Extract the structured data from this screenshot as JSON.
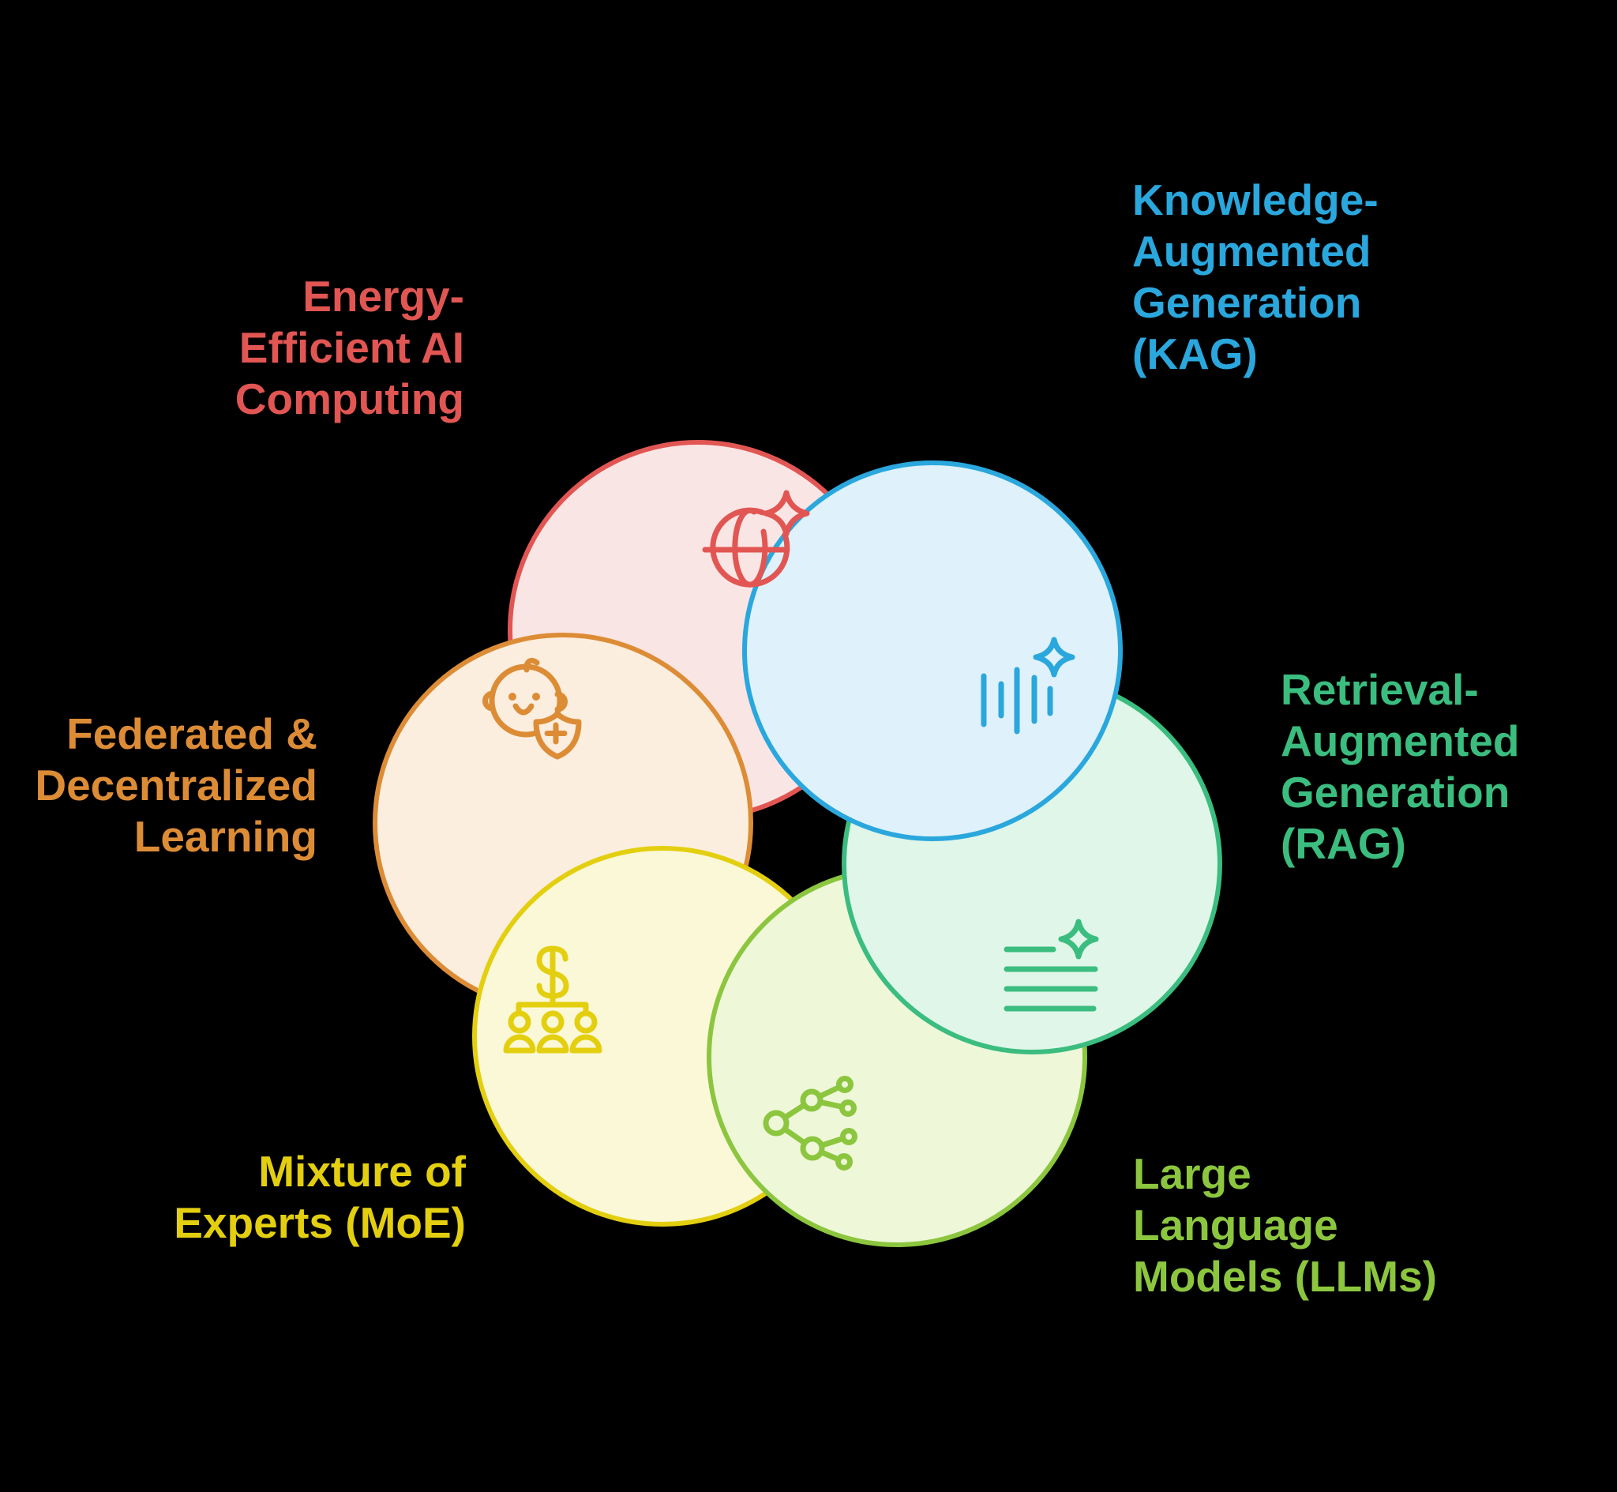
{
  "background": "#000000",
  "diagram": {
    "type": "pinwheel-venn-6-petals",
    "petals": [
      {
        "id": "energy",
        "label": "Energy-\nEfficient AI\nComputing",
        "color": "#E15653",
        "fill": "#FAE5E5",
        "icon": "globe-sparkle-icon",
        "label_position": "top-left"
      },
      {
        "id": "kag",
        "label": "Knowledge-\nAugmented\nGeneration\n(KAG)",
        "color": "#2AA7DD",
        "fill": "#DFF1FA",
        "icon": "soundwave-sparkle-icon",
        "label_position": "top-right"
      },
      {
        "id": "rag",
        "label": "Retrieval-\nAugmented\nGeneration\n(RAG)",
        "color": "#3BBD7F",
        "fill": "#DFF6E9",
        "icon": "text-lines-sparkle-icon",
        "label_position": "right"
      },
      {
        "id": "llm",
        "label": "Large\nLanguage\nModels (LLMs)",
        "color": "#8CC63F",
        "fill": "#EFF7D9",
        "icon": "network-nodes-icon",
        "label_position": "bottom-right"
      },
      {
        "id": "moe",
        "label": "Mixture of\nExperts (MoE)",
        "color": "#E3CF0F",
        "fill": "#FBF8D8",
        "icon": "org-chart-dollar-icon",
        "label_position": "bottom-left"
      },
      {
        "id": "federated",
        "label": "Federated &\nDecentralized\nLearning",
        "color": "#DD8C36",
        "fill": "#FBEEDF",
        "icon": "baby-shield-icon",
        "label_position": "left"
      }
    ]
  }
}
